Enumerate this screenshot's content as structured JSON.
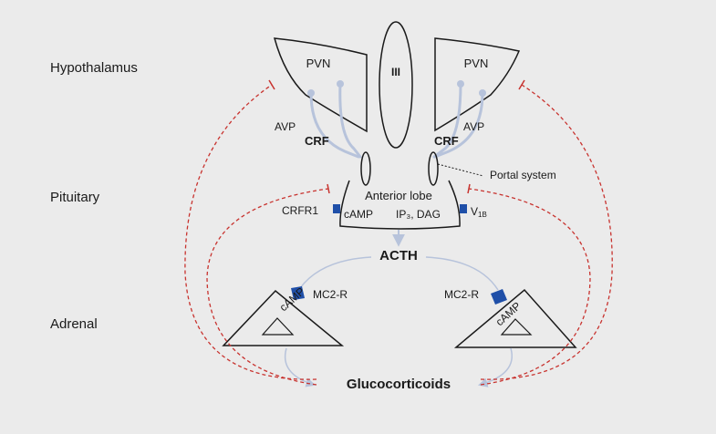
{
  "labels": {
    "hypothalamus": "Hypothalamus",
    "pituitary": "Pituitary",
    "adrenal": "Adrenal",
    "pvn_left": "PVN",
    "pvn_right": "PVN",
    "third_ventricle": "III",
    "avp_left": "AVP",
    "avp_right": "AVP",
    "crf_left": "CRF",
    "crf_right": "CRF",
    "portal_system": "Portal system",
    "anterior_lobe": "Anterior lobe",
    "crfr1": "CRFR1",
    "camp_pituitary": "cAMP",
    "ip3_dag": "IP₃, DAG",
    "v1b_main": "V",
    "v1b_sub": "1B",
    "acth": "ACTH",
    "mc2r_left": "MC2-R",
    "mc2r_right": "MC2-R",
    "camp_adrenal_left": "cAMP",
    "camp_adrenal_right": "cAMP",
    "glucocorticoids": "Glucocorticoids"
  },
  "colors": {
    "background": "#ebebeb",
    "outline": "#1a1a1a",
    "neuron": "#b7c3db",
    "receptor": "#1f4fa8",
    "feedback": "#c8332f",
    "flow_arrow": "#b7c3db"
  }
}
